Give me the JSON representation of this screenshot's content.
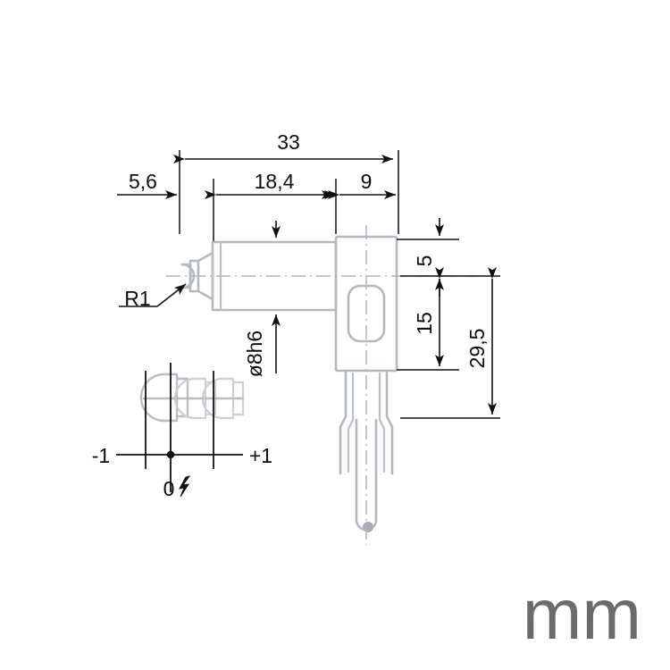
{
  "drawing": {
    "unit_label": "mm",
    "title_note": "",
    "dimensions": {
      "total_length": "33",
      "shaft_offset": "5,6",
      "shaft_length": "18,4",
      "body_width": "9",
      "top_offset": "5",
      "body_height": "15",
      "total_height": "29,5",
      "tip_radius": "R1",
      "shaft_diameter": "ø8h6"
    },
    "tolerance_scale": {
      "left_label": "-1",
      "center_label": "0",
      "right_label": "+1",
      "spark_icon": "lightning-bolt-icon"
    },
    "colors": {
      "part_outline": "#b4b9c1",
      "dimension": "#111111",
      "unit_text": "#6b6b6b",
      "background": "#ffffff"
    }
  }
}
